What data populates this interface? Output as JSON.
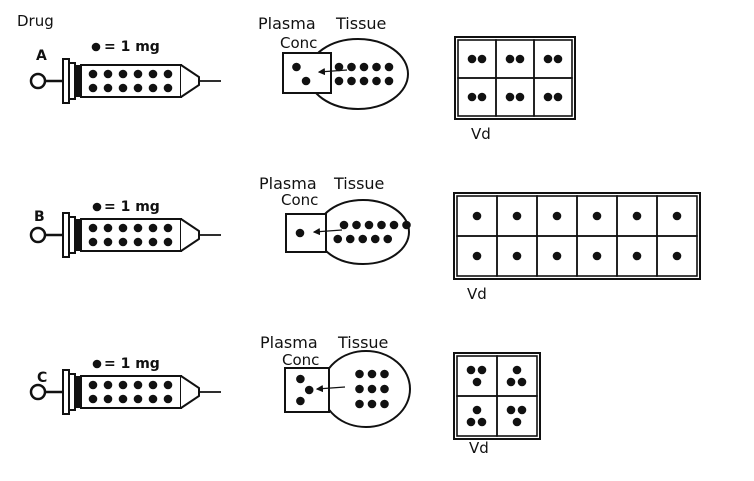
{
  "header": {
    "drug_label": "Drug"
  },
  "legend_text": "= 1 mg",
  "compartment_labels": {
    "plasma": "Plasma",
    "conc": "Conc",
    "tissue": "Tissue"
  },
  "vd_label": "Vd",
  "panels": [
    {
      "letter": "A",
      "syringe_dots": 12,
      "plasma_dots": 2,
      "tissue_dots": 10,
      "vd_grid": {
        "cols": 3,
        "rows": 2,
        "dots_per_cell": 2
      }
    },
    {
      "letter": "B",
      "syringe_dots": 12,
      "plasma_dots": 1,
      "tissue_dots": 11,
      "vd_grid": {
        "cols": 6,
        "rows": 2,
        "dots_per_cell": 1
      }
    },
    {
      "letter": "C",
      "syringe_dots": 12,
      "plasma_dots": 3,
      "tissue_dots": 9,
      "vd_grid": {
        "cols": 2,
        "rows": 2,
        "dots_per_cell": 3
      }
    }
  ]
}
